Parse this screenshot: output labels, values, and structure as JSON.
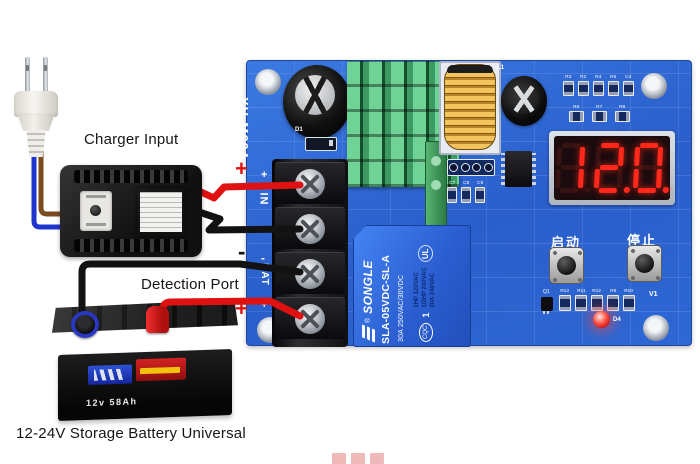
{
  "labels": {
    "charger_input": "Charger Input",
    "detection_port": "Detection Port",
    "battery_caption": "12-24V Storage Battery Universal",
    "in_plus": "+",
    "in_minus": "-",
    "bat_minus": "-",
    "bat_plus": "+"
  },
  "board": {
    "model": "XH-M604",
    "terminals": {
      "plus_top": "+",
      "in": "IN",
      "minus_top": "-",
      "minus_bot": "-",
      "bat": "BAT",
      "plus_bot": "+"
    },
    "display": {
      "value": "12.0.",
      "lit_color": "#ff281a"
    },
    "buttons": {
      "start": "启动",
      "stop": "停止"
    },
    "relay": {
      "brand": "SONGLE",
      "reg": "®",
      "model": "SLA-05VDC-SL-A",
      "rating": "30A 250VAC/30VDC",
      "side_ratings": [
        "1HP 120VAC",
        "1/2HP 240VAC",
        "30A 240VAC"
      ],
      "cert_cqc": "CQC",
      "cert_ul": "UL",
      "pin": "1"
    },
    "refdes": {
      "row_top": [
        "R3",
        "R2",
        "R4",
        "R5",
        "C4"
      ],
      "row_mid": [
        "R6",
        "R7",
        "R8"
      ],
      "row_caps": [
        "C7",
        "C8",
        "C9"
      ],
      "row_bottom": [
        "R13",
        "R11",
        "R12",
        "R9",
        "R10"
      ],
      "q1": "Q1",
      "d1": "D1",
      "l1": "L1",
      "d4": "D4",
      "v1": "V1"
    }
  },
  "battery": {
    "front_text": "12v 58Ah"
  },
  "colors": {
    "pcb": "#2e6cd6",
    "relay": "#3373e8",
    "heatsink_green": "#4db478",
    "inductor_gold": "#ddb04e",
    "display_red": "#ff281a",
    "wire_red": "#df1111",
    "wire_black": "#121212",
    "wire_blue": "#1e35cf",
    "wire_brown": "#7b4a1e"
  }
}
